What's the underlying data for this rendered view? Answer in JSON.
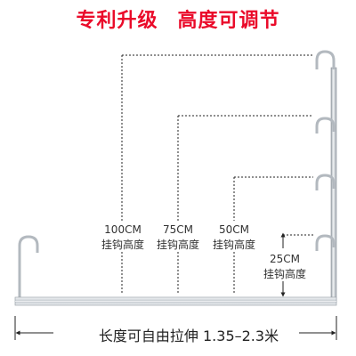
{
  "headline": {
    "part1": "专利升级",
    "part2": "高度可调节"
  },
  "hook_heights": [
    {
      "height": "100CM",
      "caption": "挂钩高度"
    },
    {
      "height": "75CM",
      "caption": "挂钩高度"
    },
    {
      "height": "50CM",
      "caption": "挂钩高度"
    },
    {
      "height": "25CM",
      "caption": "挂钩高度"
    }
  ],
  "length_caption": "长度可自由拉伸 1.35–2.3米",
  "colors": {
    "headline": "#ea0b2a",
    "metal": "#c9ced3",
    "dimension_line": "#222222"
  }
}
